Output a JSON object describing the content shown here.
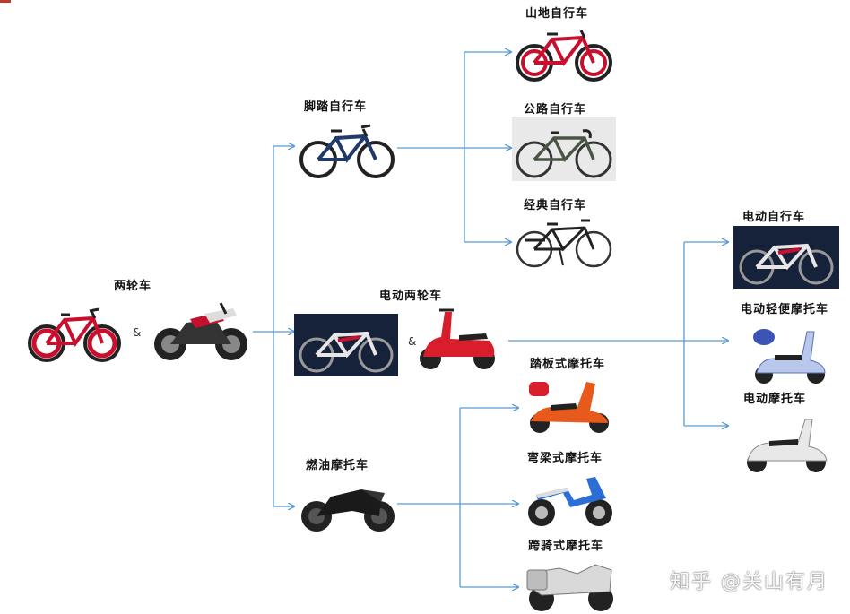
{
  "nodes": {
    "root": {
      "label": "两轮车",
      "amp": "&"
    },
    "pedal_bike": {
      "label": "脚踏自行车"
    },
    "mountain_bike": {
      "label": "山地自行车"
    },
    "road_bike": {
      "label": "公路自行车"
    },
    "classic_bike": {
      "label": "经典自行车"
    },
    "electric_two_wheeler": {
      "label": "电动两轮车",
      "amp": "&"
    },
    "fuel_motorcycle": {
      "label": "燃油摩托车"
    },
    "scooter_motorcycle": {
      "label": "踏板式摩托车"
    },
    "underbone_motorcycle": {
      "label": "弯梁式摩托车"
    },
    "straddle_motorcycle": {
      "label": "跨骑式摩托车"
    },
    "electric_bike": {
      "label": "电动自行车"
    },
    "electric_light_moped": {
      "label": "电动轻便摩托车"
    },
    "electric_motorcycle": {
      "label": "电动摩托车"
    }
  },
  "watermark": "知乎 @关山有月",
  "colors": {
    "connector": "#5b9bd5",
    "bike_red": "#c8102e",
    "dark_panel": "#16213a"
  }
}
